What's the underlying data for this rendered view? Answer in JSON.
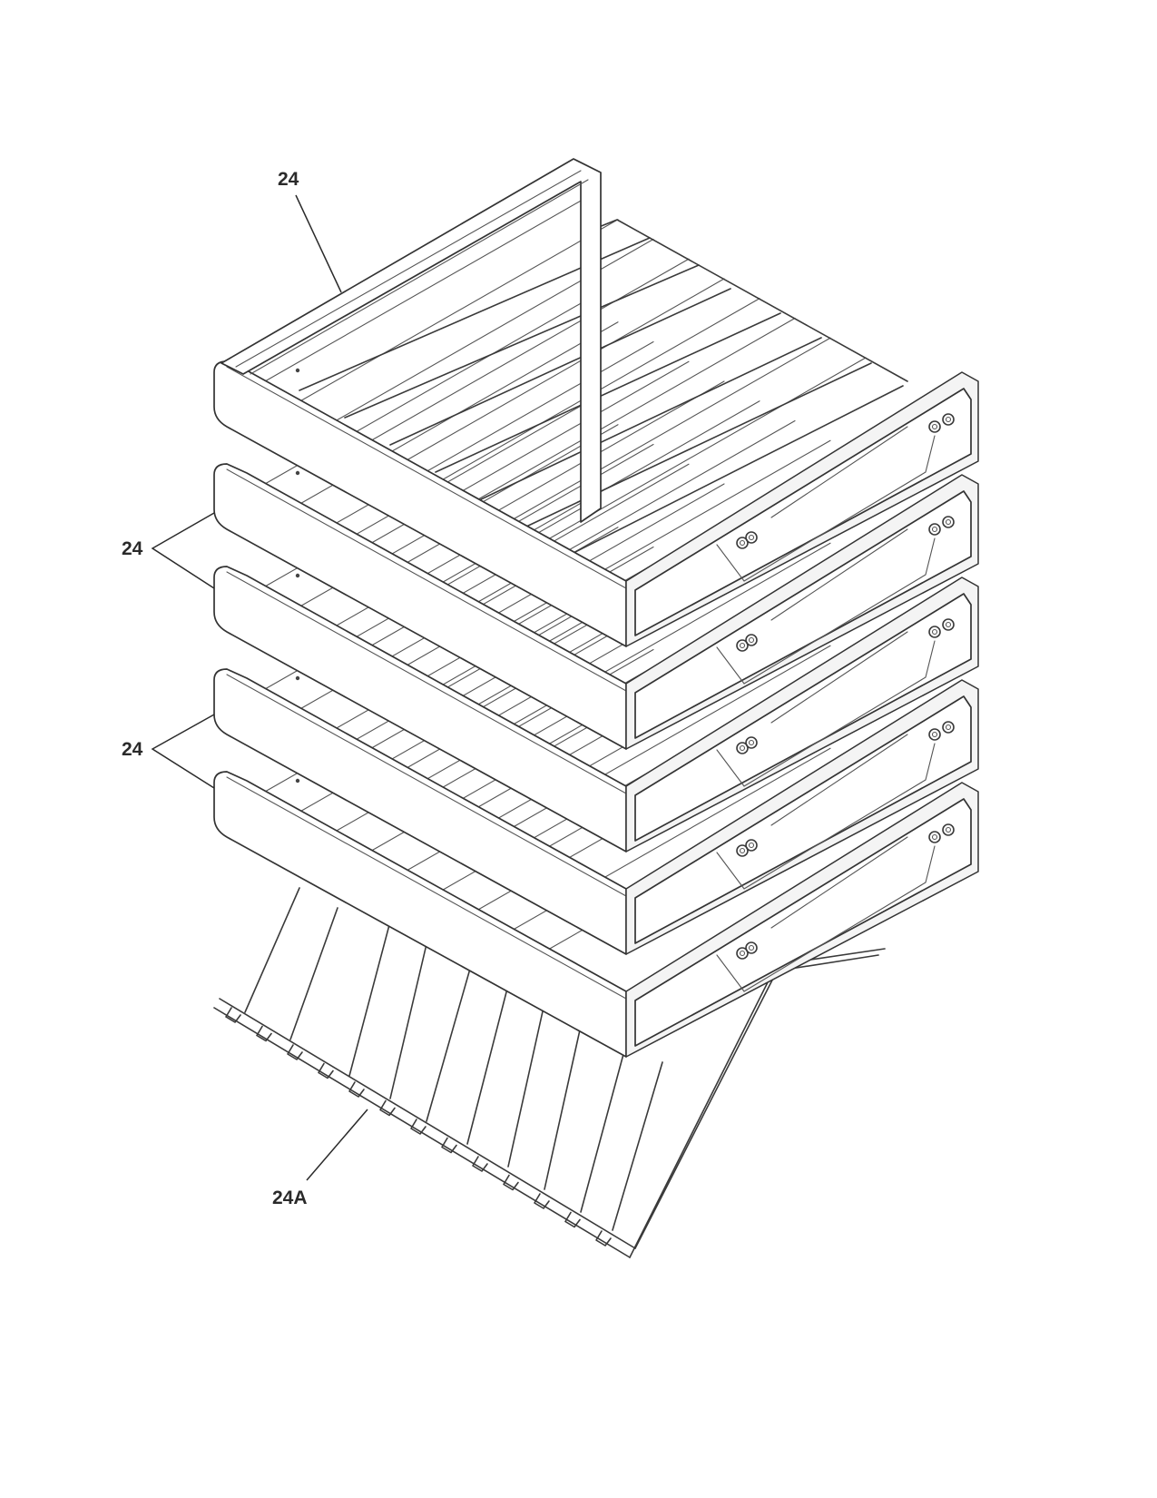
{
  "reference_labels": {
    "top_shelf": "24",
    "middle_group": "24",
    "lower_group": "24",
    "bottom_rack": "24A"
  },
  "figure_parts": {
    "shelf_count": 5,
    "shelf_icon": "wine-rack-shelf-icon",
    "bottom_rack_icon": "wire-rack-icon"
  },
  "colors": {
    "line": "#333333",
    "background": "#ffffff"
  }
}
